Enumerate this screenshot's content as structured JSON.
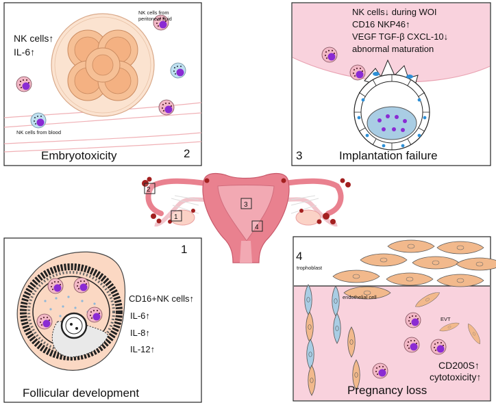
{
  "panel2": {
    "number": "2",
    "title": "Embryotoxicity",
    "finding_1": "NK cells↑",
    "finding_2": "IL-6↑",
    "label_peritoneal_1": "NK cells from",
    "label_peritoneal_2": "peritoneal fluid",
    "label_blood": "NK cells from blood"
  },
  "panel3": {
    "number": "3",
    "title": "Implantation failure",
    "finding_1": "NK cells↓ during WOI",
    "finding_2": "CD16 NKP46↑",
    "finding_3": "VEGF TGF-β CXCL-10↓",
    "finding_4": "abnormal maturation"
  },
  "panel1": {
    "number": "1",
    "title": "Follicular development",
    "finding_1": "CD16+NK cells↑",
    "finding_2": "IL-6↑",
    "finding_3": "IL-8↑",
    "finding_4": "IL-12↑"
  },
  "panel4": {
    "number": "4",
    "title": "Pregnancy loss",
    "label_trophoblast": "trophoblast",
    "label_endothelial": "endothelial cell",
    "label_evt": "EVT",
    "finding_1": "CD200S↑",
    "finding_2": "cytotoxicity↑"
  },
  "uterus": {
    "marker_1": "1",
    "marker_2": "2",
    "marker_3": "3",
    "marker_4": "4"
  },
  "colors": {
    "pink_bg": "#f9d2dd",
    "uterus": "#e9818f",
    "nk_body": "#f2b8c6",
    "nk_nucleus": "#8a2bd3",
    "blood_nk": "#bfe0f0",
    "trophoblast": "#f2b98c",
    "endothelial": "#a9cde4"
  }
}
